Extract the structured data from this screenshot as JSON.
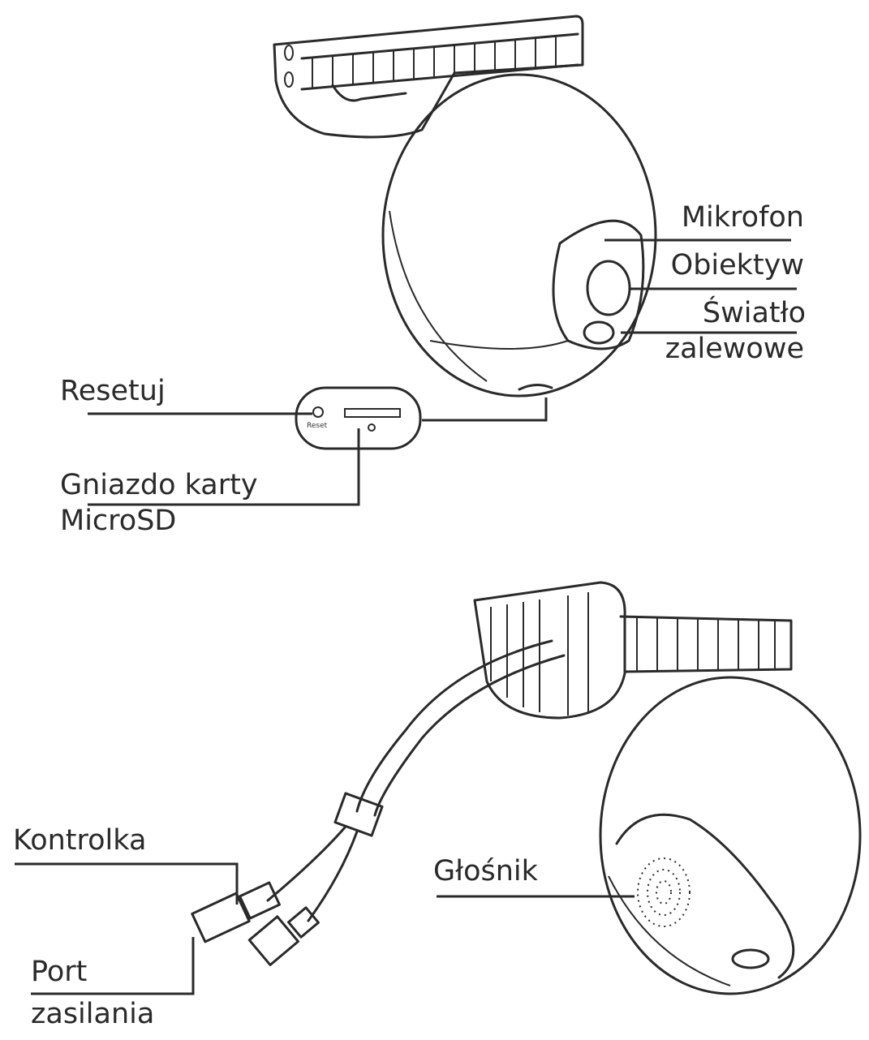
{
  "labels": {
    "mikrofon": "Mikrofon",
    "obiektyw": "Obiektyw",
    "swiatlo_line1": "Światło",
    "swiatlo_line2": "zalewowe",
    "resetuj": "Resetuj",
    "gniazdo_line1": "Gniazdo karty",
    "gniazdo_line2": "MicroSD",
    "kontrolka": "Kontrolka",
    "glosnik": "Głośnik",
    "port_line1": "Port",
    "port_line2": "zasilania"
  },
  "slot_panel": {
    "reset_text": "Reset"
  }
}
